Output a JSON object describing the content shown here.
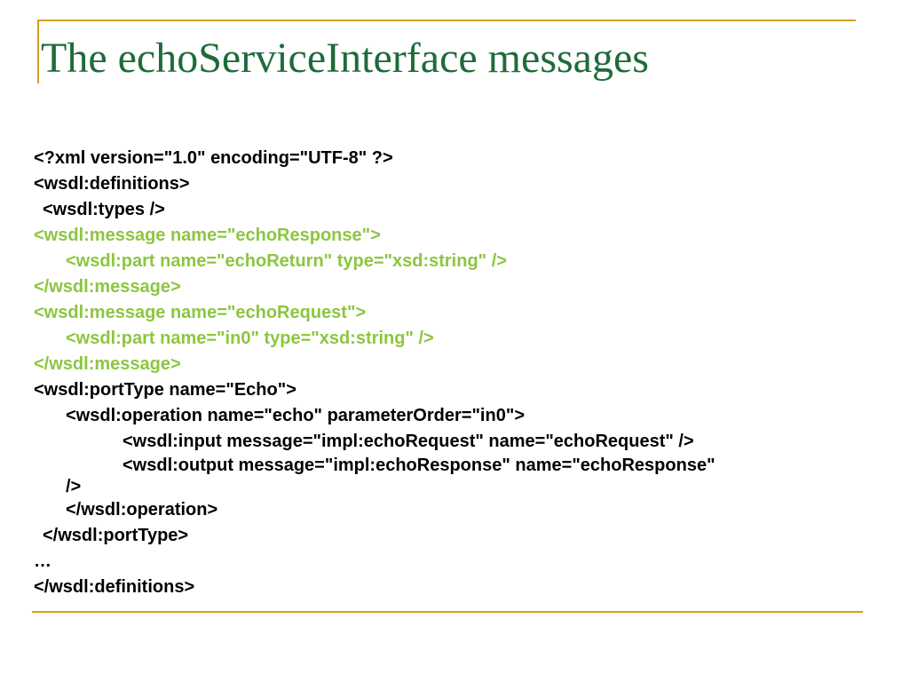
{
  "slide": {
    "title": "The echoServiceInterface messages",
    "colors": {
      "title": "#1f6b3a",
      "highlight": "#8cc63f",
      "rule": "#d4a017",
      "text": "#000000"
    },
    "code_lines": [
      {
        "text": "<?xml version=\"1.0\" encoding=\"UTF-8\" ?>",
        "highlight": false
      },
      {
        "text": "<wsdl:definitions>",
        "highlight": false
      },
      {
        "text": "<wsdl:types />",
        "highlight": false
      },
      {
        "text": "<wsdl:message name=\"echoResponse\">",
        "highlight": true
      },
      {
        "text": "<wsdl:part name=\"echoReturn\" type=\"xsd:string\" />",
        "highlight": true
      },
      {
        "text": "</wsdl:message>",
        "highlight": true
      },
      {
        "text": "<wsdl:message name=\"echoRequest\">",
        "highlight": true
      },
      {
        "text": "<wsdl:part name=\"in0\" type=\"xsd:string\" />",
        "highlight": true
      },
      {
        "text": "</wsdl:message>",
        "highlight": true
      },
      {
        "text": "<wsdl:portType name=\"Echo\">",
        "highlight": false
      },
      {
        "text": "<wsdl:operation name=\"echo\" parameterOrder=\"in0\">",
        "highlight": false
      },
      {
        "text": "<wsdl:input message=\"impl:echoRequest\" name=\"echoRequest\" />",
        "highlight": false
      },
      {
        "text": "<wsdl:output message=\"impl:echoResponse\" name=\"echoResponse\"",
        "highlight": false
      },
      {
        "text": "/>",
        "highlight": false
      },
      {
        "text": "</wsdl:operation>",
        "highlight": false
      },
      {
        "text": "</wsdl:portType>",
        "highlight": false
      },
      {
        "text": "…",
        "highlight": false
      },
      {
        "text": "</wsdl:definitions>",
        "highlight": false
      }
    ]
  }
}
